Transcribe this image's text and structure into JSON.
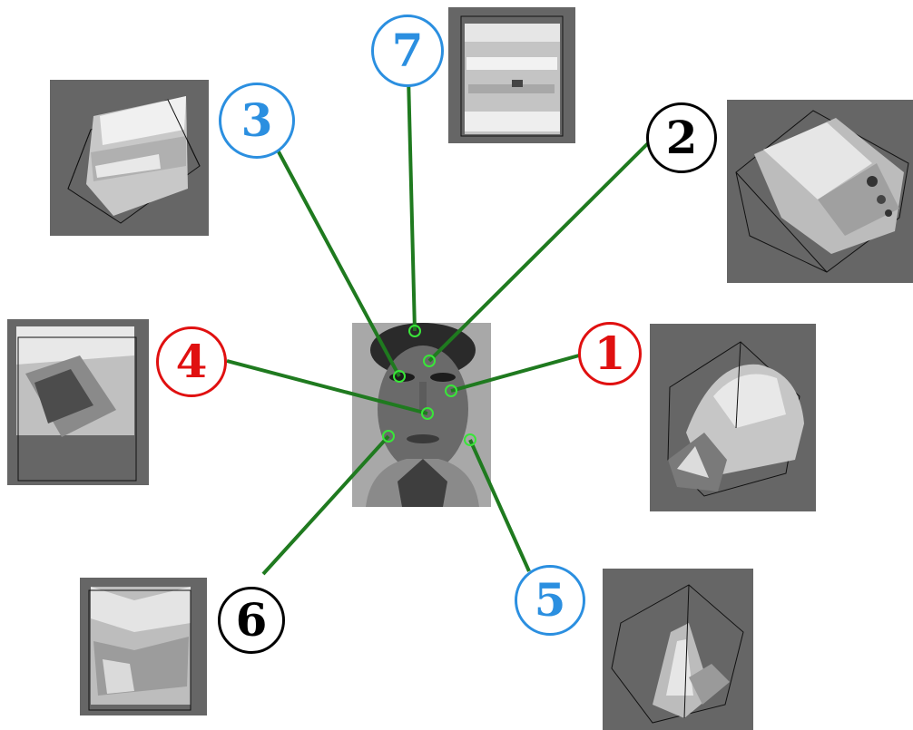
{
  "labels": {
    "n1": "1",
    "n2": "2",
    "n3": "3",
    "n4": "4",
    "n5": "5",
    "n6": "6",
    "n7": "7"
  },
  "colors": {
    "red": "#e01010",
    "blue": "#2b8fe0",
    "black": "#000000",
    "connector": "#1f7a1f",
    "landmark": "#39e639",
    "panel_bg": "#666666"
  }
}
